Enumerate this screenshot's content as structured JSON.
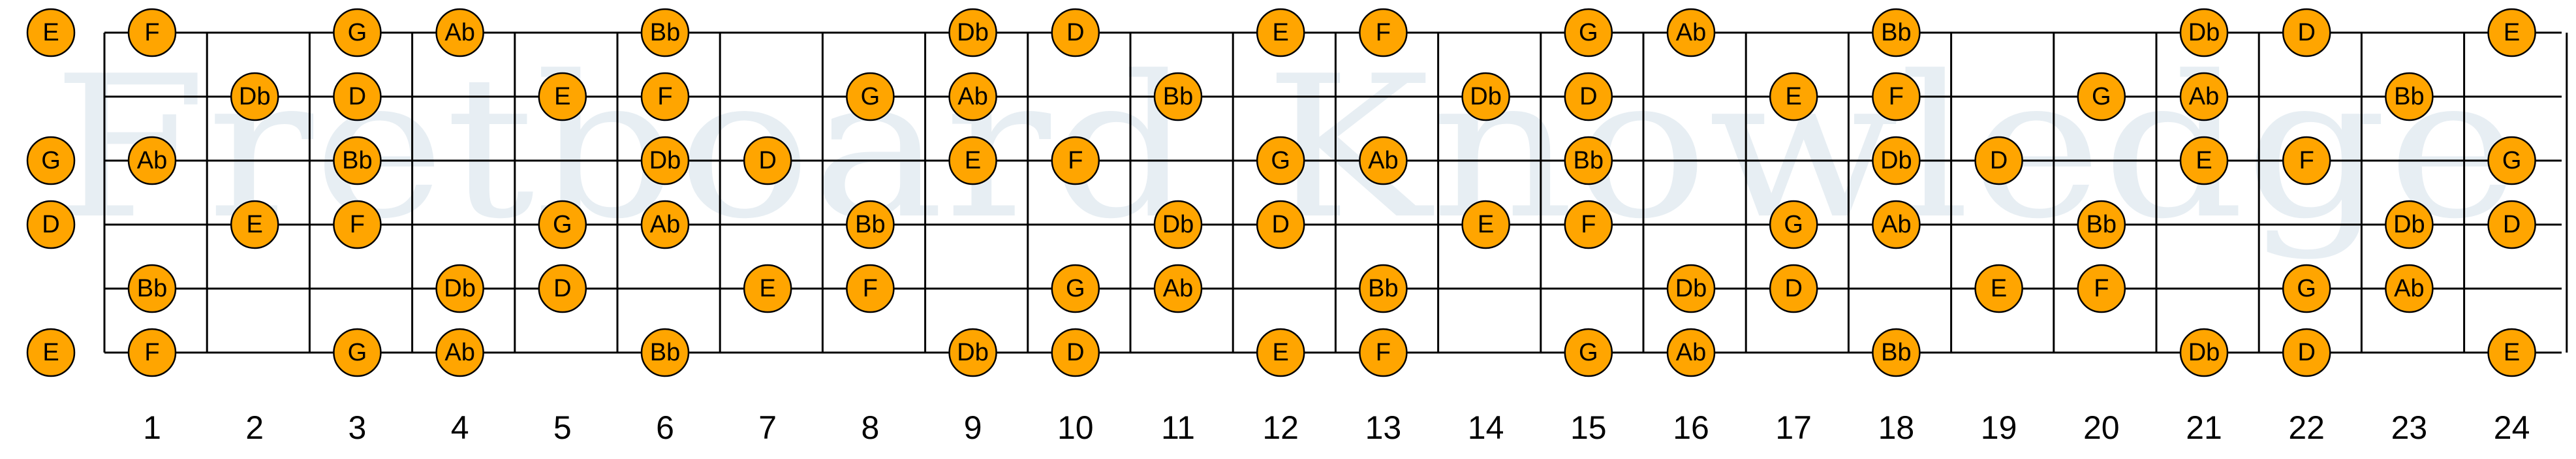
{
  "watermark": "Fretboard Knowledge",
  "colors": {
    "note_fill": "#FFA500",
    "line": "#000000",
    "watermark": "#e7eef3"
  },
  "fret_numbers": [
    "1",
    "2",
    "3",
    "4",
    "5",
    "6",
    "7",
    "8",
    "9",
    "10",
    "11",
    "12",
    "13",
    "14",
    "15",
    "16",
    "17",
    "18",
    "19",
    "20",
    "21",
    "22",
    "23",
    "24"
  ],
  "strings": [
    {
      "name": "string-1",
      "notes": [
        [
          0,
          "E"
        ],
        [
          1,
          "F"
        ],
        [
          3,
          "G"
        ],
        [
          4,
          "Ab"
        ],
        [
          6,
          "Bb"
        ],
        [
          9,
          "Db"
        ],
        [
          10,
          "D"
        ],
        [
          12,
          "E"
        ],
        [
          13,
          "F"
        ],
        [
          15,
          "G"
        ],
        [
          16,
          "Ab"
        ],
        [
          18,
          "Bb"
        ],
        [
          21,
          "Db"
        ],
        [
          22,
          "D"
        ],
        [
          24,
          "E"
        ]
      ]
    },
    {
      "name": "string-2",
      "notes": [
        [
          2,
          "Db"
        ],
        [
          3,
          "D"
        ],
        [
          5,
          "E"
        ],
        [
          6,
          "F"
        ],
        [
          8,
          "G"
        ],
        [
          9,
          "Ab"
        ],
        [
          11,
          "Bb"
        ],
        [
          14,
          "Db"
        ],
        [
          15,
          "D"
        ],
        [
          17,
          "E"
        ],
        [
          18,
          "F"
        ],
        [
          20,
          "G"
        ],
        [
          21,
          "Ab"
        ],
        [
          23,
          "Bb"
        ]
      ]
    },
    {
      "name": "string-3",
      "notes": [
        [
          0,
          "G"
        ],
        [
          1,
          "Ab"
        ],
        [
          3,
          "Bb"
        ],
        [
          6,
          "Db"
        ],
        [
          7,
          "D"
        ],
        [
          9,
          "E"
        ],
        [
          10,
          "F"
        ],
        [
          12,
          "G"
        ],
        [
          13,
          "Ab"
        ],
        [
          15,
          "Bb"
        ],
        [
          18,
          "Db"
        ],
        [
          19,
          "D"
        ],
        [
          21,
          "E"
        ],
        [
          22,
          "F"
        ],
        [
          24,
          "G"
        ]
      ]
    },
    {
      "name": "string-4",
      "notes": [
        [
          0,
          "D"
        ],
        [
          2,
          "E"
        ],
        [
          3,
          "F"
        ],
        [
          5,
          "G"
        ],
        [
          6,
          "Ab"
        ],
        [
          8,
          "Bb"
        ],
        [
          11,
          "Db"
        ],
        [
          12,
          "D"
        ],
        [
          14,
          "E"
        ],
        [
          15,
          "F"
        ],
        [
          17,
          "G"
        ],
        [
          18,
          "Ab"
        ],
        [
          20,
          "Bb"
        ],
        [
          23,
          "Db"
        ],
        [
          24,
          "D"
        ]
      ]
    },
    {
      "name": "string-5",
      "notes": [
        [
          1,
          "Bb"
        ],
        [
          4,
          "Db"
        ],
        [
          5,
          "D"
        ],
        [
          7,
          "E"
        ],
        [
          8,
          "F"
        ],
        [
          10,
          "G"
        ],
        [
          11,
          "Ab"
        ],
        [
          13,
          "Bb"
        ],
        [
          16,
          "Db"
        ],
        [
          17,
          "D"
        ],
        [
          19,
          "E"
        ],
        [
          20,
          "F"
        ],
        [
          22,
          "G"
        ],
        [
          23,
          "Ab"
        ]
      ]
    },
    {
      "name": "string-6",
      "notes": [
        [
          0,
          "E"
        ],
        [
          1,
          "F"
        ],
        [
          3,
          "G"
        ],
        [
          4,
          "Ab"
        ],
        [
          6,
          "Bb"
        ],
        [
          9,
          "Db"
        ],
        [
          10,
          "D"
        ],
        [
          12,
          "E"
        ],
        [
          13,
          "F"
        ],
        [
          15,
          "G"
        ],
        [
          16,
          "Ab"
        ],
        [
          18,
          "Bb"
        ],
        [
          21,
          "Db"
        ],
        [
          22,
          "D"
        ],
        [
          24,
          "E"
        ]
      ]
    }
  ]
}
